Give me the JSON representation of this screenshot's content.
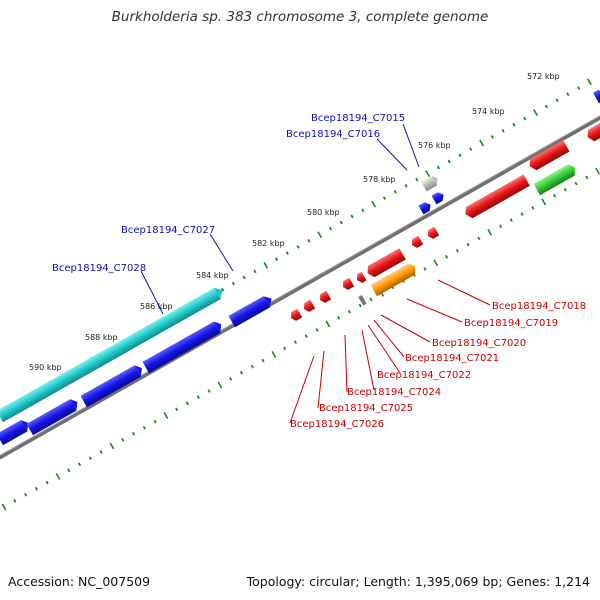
{
  "title": "Burkholderia sp. 383 chromosome 3, complete genome",
  "footer": {
    "accession": "Accession: NC_007509",
    "summary": "Topology: circular; Length: 1,395,069 bp; Genes: 1,214"
  },
  "scale_labels": [
    "572 kbp",
    "574 kbp",
    "576 kbp",
    "578 kbp",
    "580 kbp",
    "582 kbp",
    "584 kbp",
    "586 kbp",
    "588 kbp",
    "590 kbp"
  ],
  "forward_gene_labels": [
    "Bcep18194_C7015",
    "Bcep18194_C7016",
    "Bcep18194_C7027",
    "Bcep18194_C7028"
  ],
  "reverse_gene_labels": [
    "Bcep18194_C7018",
    "Bcep18194_C7019",
    "Bcep18194_C7020",
    "Bcep18194_C7021",
    "Bcep18194_C7022",
    "Bcep18194_C7024",
    "Bcep18194_C7025",
    "Bcep18194_C7026"
  ],
  "colors": {
    "forward_label": "#1010c0",
    "reverse_label": "#cc0000",
    "axis": "#808080",
    "tick": "#1a8a1a",
    "cyan_gene": "#1ec8c8",
    "blue_gene": "#1414e6",
    "red_gene": "#e61414",
    "orange_gene": "#ff9900",
    "green_gene": "#33cc33",
    "gray_gene": "#bbbbbb"
  }
}
